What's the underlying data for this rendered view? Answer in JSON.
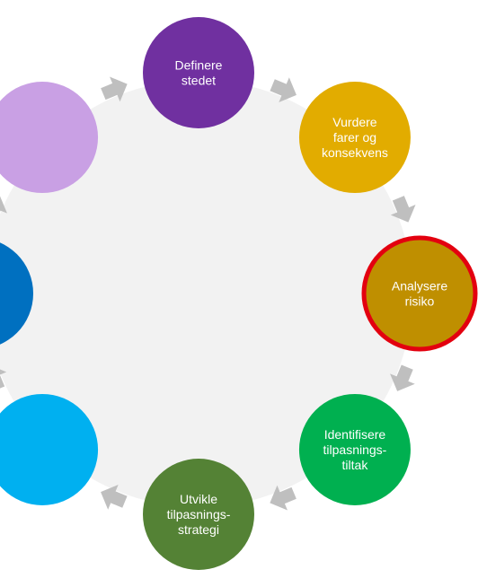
{
  "diagram": {
    "type": "cycle",
    "background_color": "#f2f2f2",
    "arrow_color": "#bfbfbf",
    "highlight_color": "#e3000f",
    "steps": [
      {
        "id": "definere",
        "lines": [
          "Definere",
          "stedet"
        ],
        "color": "#7030a0",
        "highlighted": false
      },
      {
        "id": "vurdere",
        "lines": [
          "Vurdere",
          "farer og",
          "konsekvens"
        ],
        "color": "#e2ac00",
        "highlighted": false
      },
      {
        "id": "analysere",
        "lines": [
          "Analysere",
          "risiko"
        ],
        "color": "#bf8f00",
        "highlighted": true
      },
      {
        "id": "identifisere",
        "lines": [
          "Identifisere",
          "tilpasnings-",
          "tiltak"
        ],
        "color": "#00b050",
        "highlighted": false
      },
      {
        "id": "utvikle",
        "lines": [
          "Utvikle",
          "tilpasnings-",
          "strategi"
        ],
        "color": "#548235",
        "highlighted": false
      },
      {
        "id": "step-cyan",
        "lines": [],
        "color": "#00b0f0",
        "highlighted": false
      },
      {
        "id": "step-blue",
        "lines": [],
        "color": "#0070c0",
        "highlighted": false
      },
      {
        "id": "step-lavender",
        "lines": [],
        "color": "#c9a0e4",
        "highlighted": false
      }
    ]
  }
}
